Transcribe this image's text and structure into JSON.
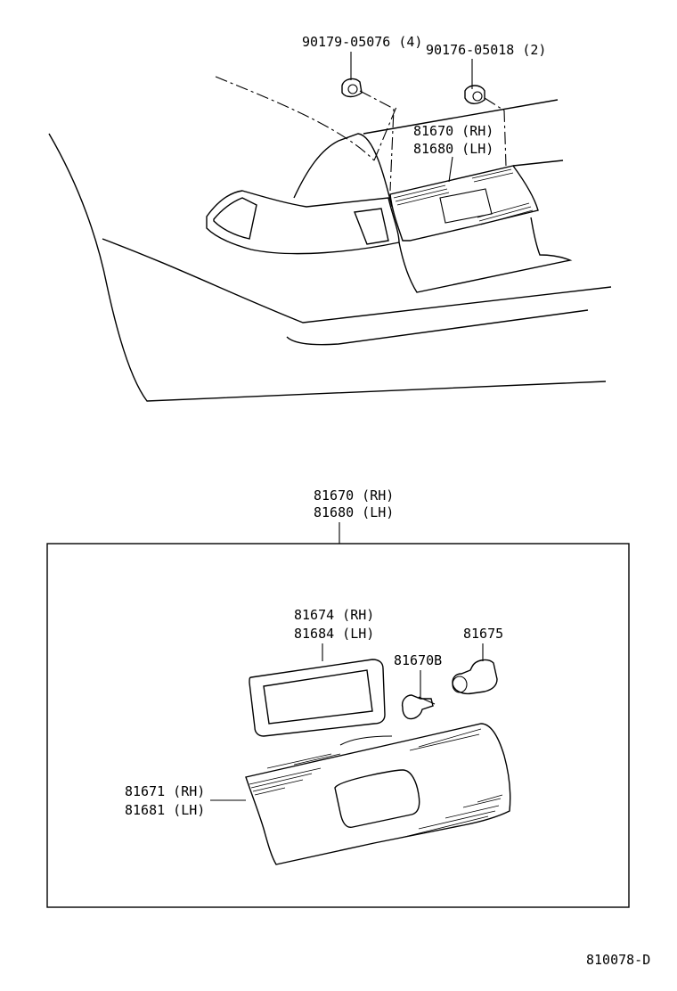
{
  "labels": {
    "screw_a": "90179-05076 (4)",
    "screw_b": "90176-05018 (2)",
    "assy_top_rh": "81670 (RH)",
    "assy_top_lh": "81680 (LH)",
    "assy_box_rh": "81670 (RH)",
    "assy_box_lh": "81680 (LH)",
    "lens_rh": "81674 (RH)",
    "lens_lh": "81684 (LH)",
    "bulb": "81670B",
    "socket": "81675",
    "housing_rh": "81671 (RH)",
    "housing_lh": "81681 (LH)",
    "diagram_code": "810078-D"
  }
}
